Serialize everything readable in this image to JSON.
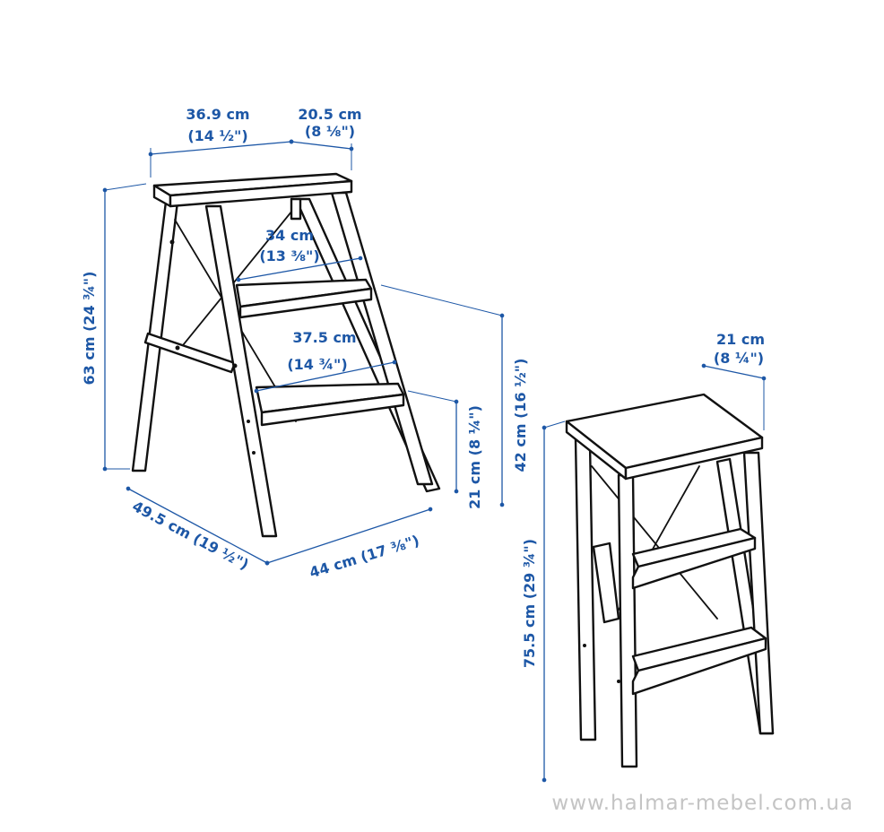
{
  "colors": {
    "dimension": "#1d57a6",
    "outline": "#111111",
    "watermark": "#c4c4c4",
    "background": "#ffffff"
  },
  "dimensions": {
    "top_width": {
      "metric": "36.9 cm",
      "imperial": "(14 ½\")"
    },
    "top_depth": {
      "metric": "20.5 cm",
      "imperial": "(8 ⅛\")"
    },
    "step1_width": {
      "metric": "34 cm",
      "imperial": "(13 ⅜\")"
    },
    "step2_width": {
      "metric": "37.5 cm",
      "imperial": "(14 ¾\")"
    },
    "height": {
      "label": "63 cm (24 ¾\")"
    },
    "step2_height": {
      "label": "42 cm (16 ½\")"
    },
    "step1_height": {
      "label": "21 cm (8 ¼\")"
    },
    "base_depth": {
      "label": "49.5 cm (19 ½\")"
    },
    "base_width": {
      "label": "44 cm (17 ⅜\")"
    },
    "folded_depth": {
      "metric": "21 cm",
      "imperial": "(8 ¼\")"
    },
    "folded_height": {
      "label": "75.5 cm (29 ¾\")"
    }
  },
  "watermark": "www.halmar-mebel.com.ua"
}
